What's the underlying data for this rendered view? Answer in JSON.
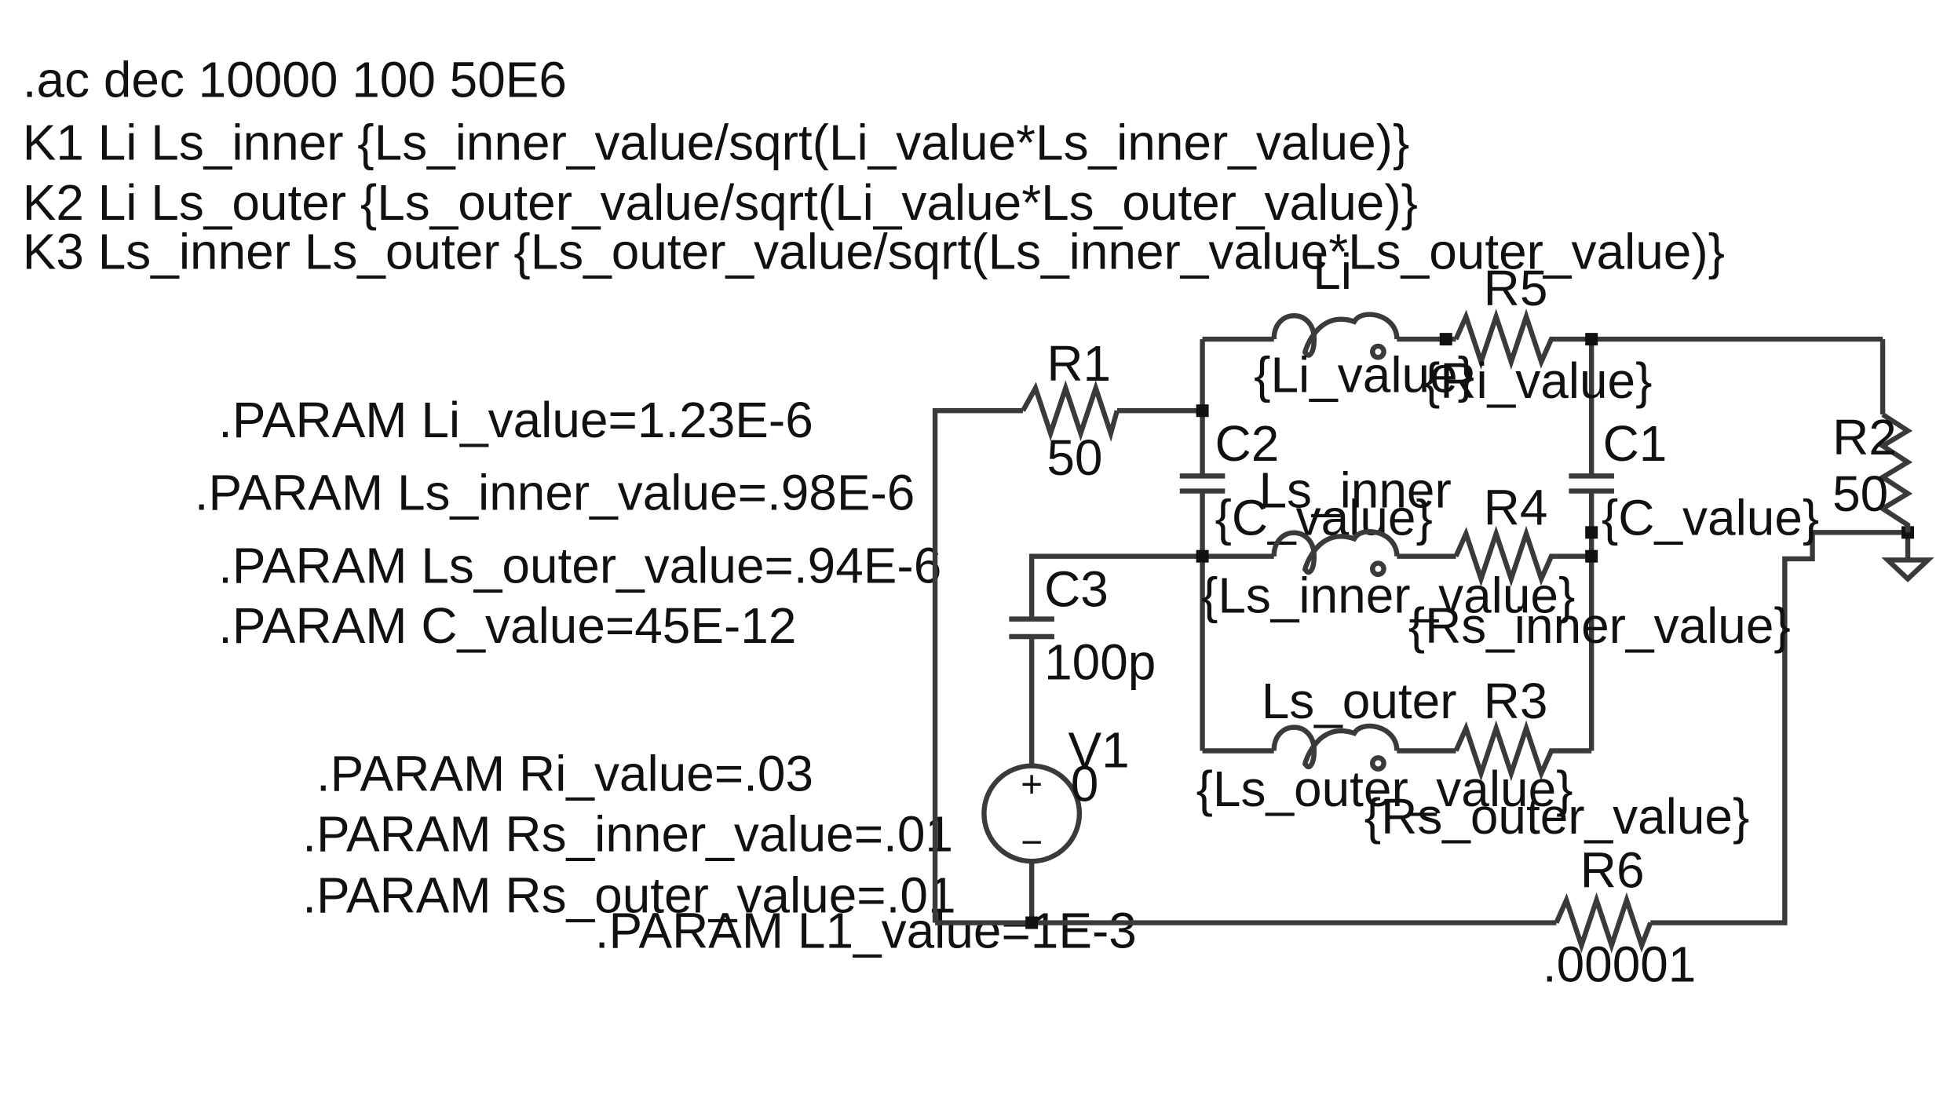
{
  "directives": {
    "ac": ".ac dec 10000 100 50E6",
    "k1": "K1 Li Ls_inner {Ls_inner_value/sqrt(Li_value*Ls_inner_value)}",
    "k2": "K2 Li Ls_outer {Ls_outer_value/sqrt(Li_value*Ls_outer_value)}",
    "k3": "K3 Ls_inner Ls_outer {Ls_outer_value/sqrt(Ls_inner_value*Ls_outer_value)}",
    "p_li": ".PARAM Li_value=1.23E-6",
    "p_ls_inner": ".PARAM Ls_inner_value=.98E-6",
    "p_ls_outer": ".PARAM Ls_outer_value=.94E-6",
    "p_c": ".PARAM C_value=45E-12",
    "p_ri": ".PARAM Ri_value=.03",
    "p_rs_inner": ".PARAM Rs_inner_value=.01",
    "p_rs_outer": ".PARAM Rs_outer_value=.01",
    "p_l1": ".PARAM L1_value=1E-3"
  },
  "components": {
    "r1": {
      "name": "R1",
      "value": "50"
    },
    "r2": {
      "name": "R2",
      "value": "50"
    },
    "r3": {
      "name": "R3",
      "value": "{Rs_outer_value}"
    },
    "r4": {
      "name": "R4",
      "value": "{Rs_inner_value}"
    },
    "r5": {
      "name": "R5",
      "value": "{Ri_value}"
    },
    "r6": {
      "name": "R6",
      "value": ".00001"
    },
    "c1": {
      "name": "C1",
      "value": "{C_value}"
    },
    "c2": {
      "name": "C2",
      "value": "{C_value}"
    },
    "c3": {
      "name": "C3",
      "value": "100p"
    },
    "li": {
      "name": "Li",
      "value": "{Li_value}"
    },
    "ls_inner": {
      "name": "Ls_inner",
      "value": "{Ls_inner_value}"
    },
    "ls_outer": {
      "name": "Ls_outer",
      "value": "{Ls_outer_value}"
    },
    "v1": {
      "name": "V1",
      "value": "0"
    }
  },
  "glyphs": {
    "plus": "+",
    "minus": "−"
  }
}
